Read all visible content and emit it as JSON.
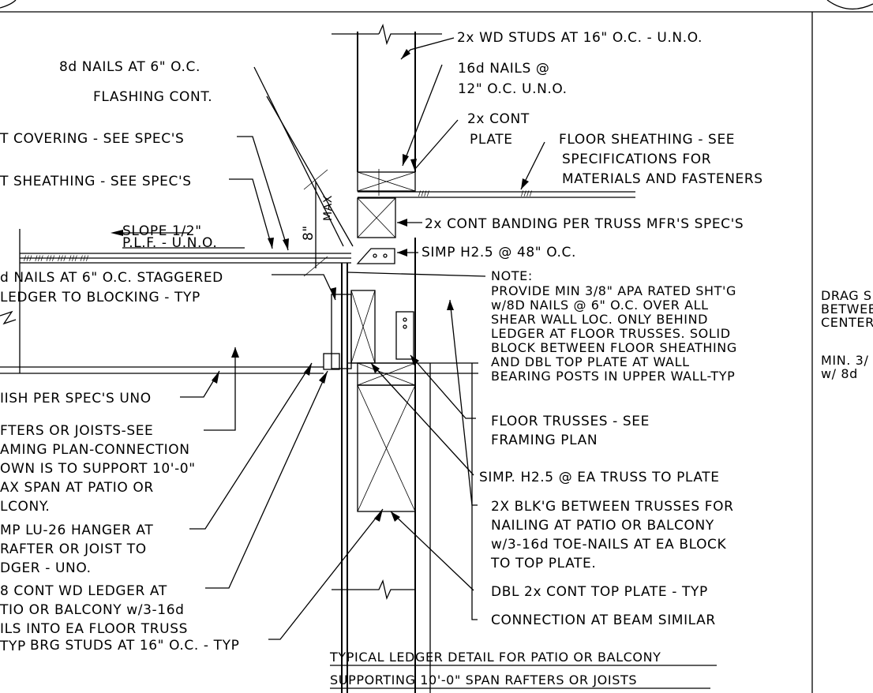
{
  "labels": {
    "studs": "2x WD STUDS AT 16\" O.C. - U.N.O.",
    "nails16_1": "16d NAILS @",
    "nails16_2": "12\" O.C. U.N.O.",
    "nails8": "8d NAILS AT 6\" O.C.",
    "cont_plate_1": "2x CONT",
    "cont_plate_2": "PLATE",
    "flashing": "FLASHING CONT.",
    "floor_sheathing_1": "FLOOR SHEATHING - SEE",
    "floor_sheathing_2": "SPECIFICATIONS FOR",
    "floor_sheathing_3": "MATERIALS AND FASTENERS",
    "covering": "T COVERING - SEE SPEC'S",
    "sheathing": "T SHEATHING - SEE SPEC'S",
    "banding": "2x CONT BANDING PER TRUSS MFR'S SPEC'S",
    "slope_1": "SLOPE 1/2\"",
    "slope_2": "P.L.F. - U.N.O.",
    "dim_8": "8\"",
    "dim_max": "MAX",
    "h25_48": "SIMP H2.5 @ 48\" O.C.",
    "nails_staggered": "d NAILS AT 6\" O.C. STAGGERED",
    "ledger_blocking": "LEDGER TO BLOCKING - TYP",
    "note_1": "NOTE:",
    "note_2": "PROVIDE MIN 3/8\" APA RATED SHT'G",
    "note_3": "w/8D NAILS @ 6\" O.C. OVER ALL",
    "note_4": "SHEAR WALL LOC. ONLY BEHIND",
    "note_5": "LEDGER AT FLOOR TRUSSES. SOLID",
    "note_6": "BLOCK BETWEEN FLOOR SHEATHING",
    "note_7": "AND DBL TOP PLATE AT WALL",
    "note_8": "BEARING POSTS IN UPPER WALL-TYP",
    "finish": "IISH PER SPEC'S UNO",
    "rafters_1": "FTERS OR JOISTS-SEE",
    "rafters_2": "AMING PLAN-CONNECTION",
    "rafters_3": "OWN IS TO SUPPORT 10'-0\"",
    "rafters_4": "AX SPAN AT PATIO OR",
    "rafters_5": "LCONY.",
    "floor_trusses_1": "FLOOR TRUSSES - SEE",
    "floor_trusses_2": "FRAMING PLAN",
    "h25_truss": "SIMP. H2.5 @ EA TRUSS TO PLATE",
    "hanger_1": "MP LU-26 HANGER AT",
    "hanger_2": "RAFTER OR JOIST TO",
    "hanger_3": "DGER - UNO.",
    "blkg_1": "2X BLK'G BETWEEN TRUSSES FOR",
    "blkg_2": "NAILING AT PATIO OR BALCONY",
    "blkg_3": "w/3-16d TOE-NAILS AT EA BLOCK",
    "blkg_4": "TO TOP PLATE.",
    "ledger_1": "8 CONT WD LEDGER AT",
    "ledger_2": "TIO OR BALCONY w/3-16d",
    "ledger_3": "ILS INTO EA FLOOR TRUSS",
    "ledger_4": "TYP",
    "top_plate": "DBL 2x CONT TOP PLATE - TYP",
    "beam": "CONNECTION AT BEAM SIMILAR",
    "brg_studs": "BRG STUDS AT 16\" O.C. - TYP",
    "title_1": "TYPICAL LEDGER DETAIL FOR PATIO OR BALCONY",
    "title_2": "SUPPORTING 10'-0\" SPAN RAFTERS OR JOISTS",
    "right_1": "DRAG S",
    "right_2": "BETWEE",
    "right_3": "CENTER",
    "right_4": "MIN. 3/",
    "right_5": "w/ 8d"
  }
}
